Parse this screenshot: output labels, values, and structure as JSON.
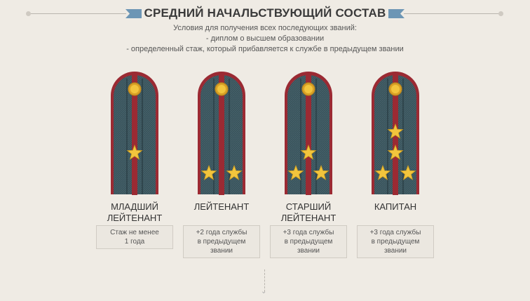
{
  "header": {
    "title": "СРЕДНИЙ НАЧАЛЬСТВУЮЩИЙ СОСТАВ",
    "subtitle_lines": [
      "Условия для получения всех последующих званий:",
      "- диплом о высшем образовании",
      "- определенный стаж, который прибавляется к службе в предыдущем звании"
    ]
  },
  "colors": {
    "background": "#efebe4",
    "strap_fill": "#38525a",
    "strap_edge": "#9b2a33",
    "star": "#f2c53d",
    "accent_ribbon": "#6d96b5"
  },
  "ranks": [
    {
      "name_line1": "МЛАДШИЙ",
      "name_line2": "ЛЕЙТЕНАНТ",
      "stars": 1,
      "condition_lines": [
        "Стаж не менее",
        "1 года"
      ]
    },
    {
      "name_line1": "ЛЕЙТЕНАНТ",
      "name_line2": "",
      "stars": 2,
      "condition_lines": [
        "+2 года службы",
        "в предыдущем",
        "звании"
      ]
    },
    {
      "name_line1": "СТАРШИЙ",
      "name_line2": "ЛЕЙТЕНАНТ",
      "stars": 3,
      "condition_lines": [
        "+3 года службы",
        "в предыдущем",
        "звании"
      ]
    },
    {
      "name_line1": "КАПИТАН",
      "name_line2": "",
      "stars": 4,
      "condition_lines": [
        "+3 года службы",
        "в предыдущем",
        "звании"
      ]
    }
  ]
}
